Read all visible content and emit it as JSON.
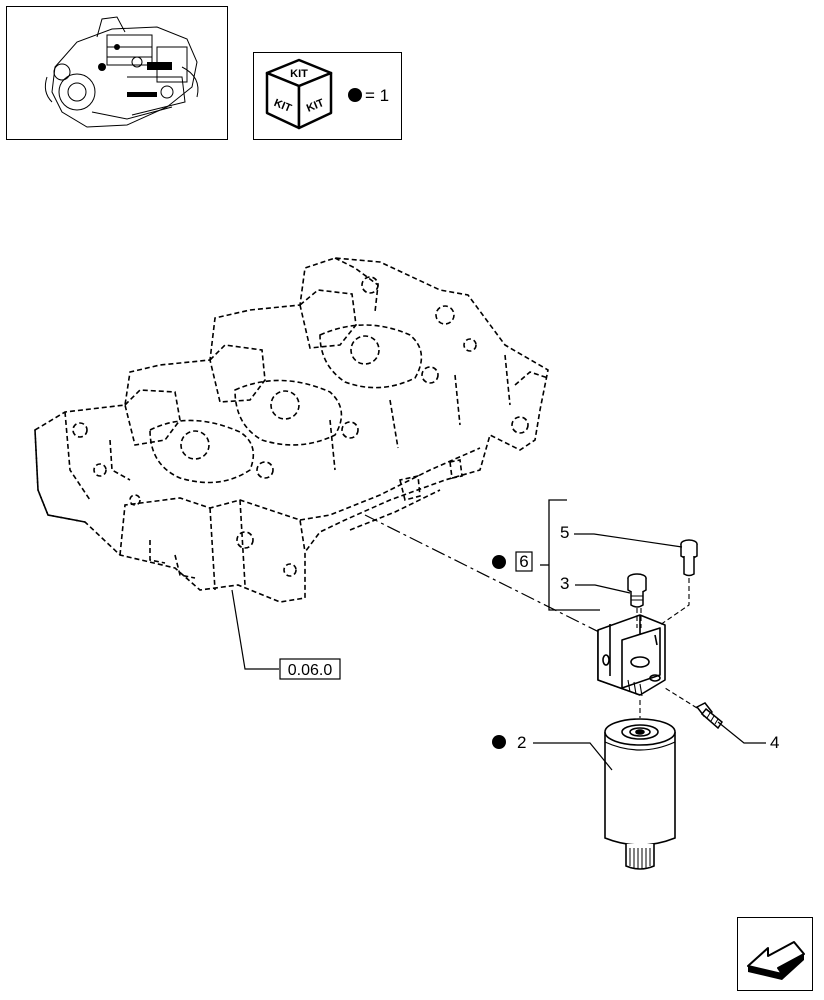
{
  "legend": {
    "kit_top": "KIT",
    "kit_left": "KIT",
    "kit_right": "KIT",
    "equals_text": "= 1"
  },
  "callouts": {
    "p2": "2",
    "p3": "3",
    "p4": "4",
    "p5": "5",
    "p6": "6",
    "ref": "0.06.0"
  },
  "icons": {
    "legend_cube": "kit-cube-icon",
    "bullet": "filled-circle-bullet",
    "nav": "previous-page-arrow-icon"
  },
  "colors": {
    "line": "#000000",
    "background": "#ffffff"
  }
}
